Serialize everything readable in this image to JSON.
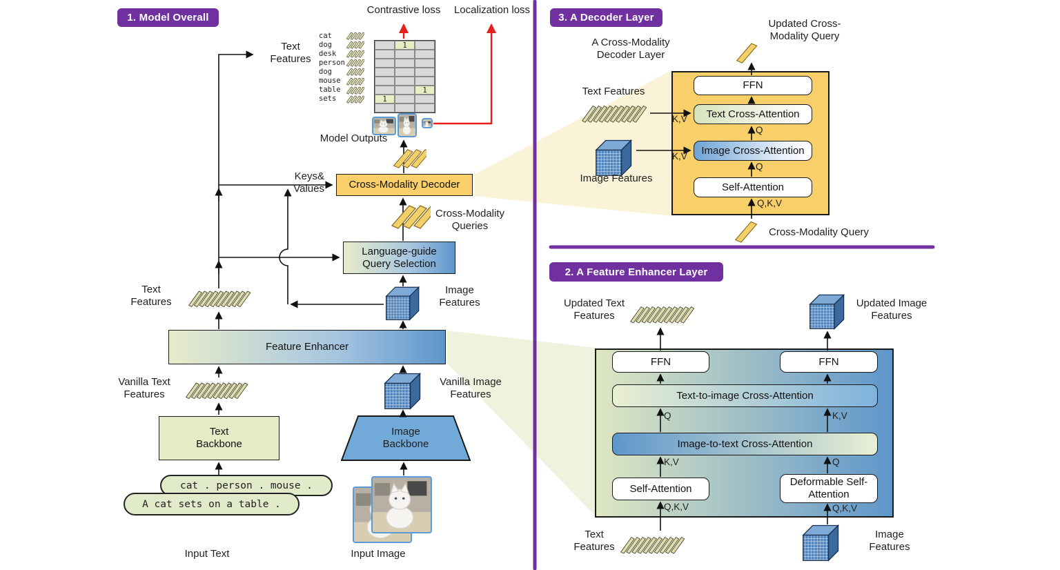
{
  "colors": {
    "accent_purple": "#7030A0",
    "decoder_yellow": "#F8CF68",
    "loss_arrow_red": "#E8201C",
    "image_blue": "#5E96CB",
    "text_green": "#E3ECC5"
  },
  "p1": {
    "badge": "1. Model Overall",
    "contrastive_loss": "Contrastive loss",
    "localization_loss": "Localization loss",
    "words": [
      "cat",
      "dog",
      "desk",
      "person",
      "dog",
      "mouse",
      "table",
      "sets"
    ],
    "matrix": {
      "rows": 8,
      "cols": 3,
      "one_cells": [
        [
          0,
          1
        ],
        [
          5,
          2
        ],
        [
          6,
          0
        ]
      ],
      "one_label": "1"
    },
    "text_features_top": "Text Features",
    "model_outputs": "Model Outputs",
    "keys_values": "Keys& Values",
    "decoder": "Cross-Modality Decoder",
    "queries": "Cross-Modality Queries",
    "query_selection": "Language-guide Query Selection",
    "text_features_mid": "Text Features",
    "image_features": "Image Features",
    "feature_enhancer": "Feature Enhancer",
    "vanilla_text": "Vanilla Text Features",
    "vanilla_image": "Vanilla Image Features",
    "text_backbone": "Text Backbone",
    "image_backbone": "Image Backbone",
    "pill_top": "cat . person . mouse .",
    "pill_bottom": "A cat sets on a table .",
    "input_text": "Input Text",
    "input_image": "Input Image"
  },
  "p3": {
    "badge": "3. A Decoder Layer",
    "layer_label": "A Cross-Modality Decoder Layer",
    "updated_query": "Updated Cross-Modality Query",
    "text_features": "Text Features",
    "image_features": "Image Features",
    "ffn": "FFN",
    "text_cross_attention": "Text Cross-Attention",
    "image_cross_attention": "Image Cross-Attention",
    "self_attention": "Self-Attention",
    "kv": "K,V",
    "q": "Q",
    "qkv": "Q,K,V",
    "cross_modality_query": "Cross-Modality Query"
  },
  "p2": {
    "badge": "2. A Feature Enhancer Layer",
    "updated_text": "Updated Text Features",
    "updated_image": "Updated Image Features",
    "ffn": "FFN",
    "t2i": "Text-to-image Cross-Attention",
    "i2t": "Image-to-text Cross-Attention",
    "self_attention": "Self-Attention",
    "deformable": "Deformable Self-Attention",
    "q": "Q",
    "kv": "K,V",
    "qkv": "Q,K,V",
    "text_features": "Text Features",
    "image_features": "Image Features"
  }
}
